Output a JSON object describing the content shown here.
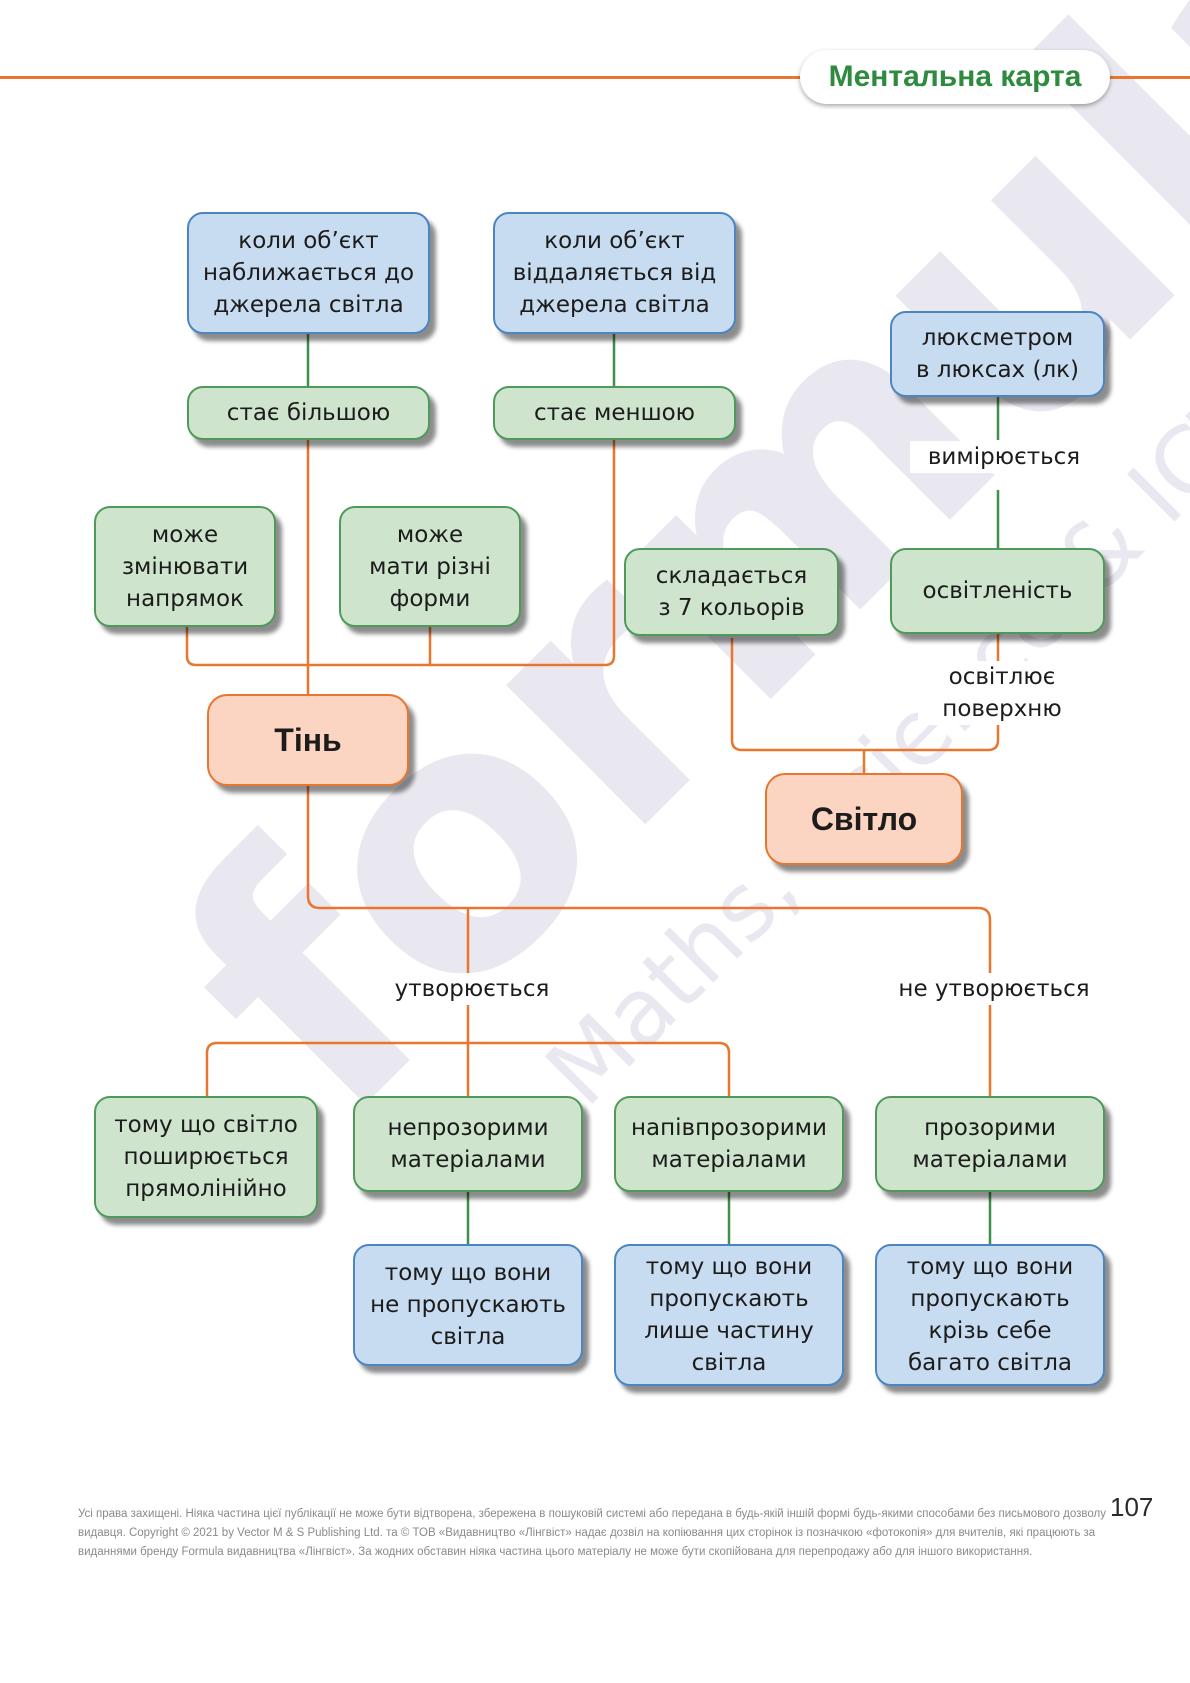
{
  "header": {
    "title": "Ментальна карта"
  },
  "watermark": {
    "line1": "formula",
    "line2": "Maths, Science & ICT"
  },
  "colors": {
    "accent": "#e8762f",
    "green": "#2d8a3e",
    "blue_node": "#c8dcf1",
    "green_node": "#cfe4cd",
    "orange_node": "#fbd5c1"
  },
  "nodes": {
    "approach": "коли об’єкт\nнаближається до\nджерела світла",
    "recede": "коли об’єкт\nвіддаляється від\nджерела світла",
    "bigger": "стає більшою",
    "smaller": "стає меншою",
    "direction": "може\nзмінювати\nнапрямок",
    "forms": "може\nмати різні\nформи",
    "shadow": "Тінь",
    "luxmeter": "люксметром\nв люксах (лк)",
    "colors7": "складається\nз 7 кольорів",
    "illuminance": "освітленість",
    "light": "Світло",
    "straight": "тому що світло\nпоширюється\nпрямолінійно",
    "opaque": "непрозорими\nматеріалами",
    "translucent": "напівпрозорими\nматеріалами",
    "transparent": "прозорими\nматеріалами",
    "opaque_why": "тому що вони\nне пропускають\nсвітла",
    "translucent_why": "тому що вони\nпропускають\nлише частину\nсвітла",
    "transparent_why": "тому що вони\nпропускають\nкрізь себе\nбагато світла"
  },
  "labels": {
    "measured": "вимірюється",
    "illuminates": "освітлює\nповерхню",
    "formed": "утворюється",
    "not_formed": "не утворюється"
  },
  "footer": {
    "copyright": "Усі права захищені. Ніяка частина цієї публікації не може бути відтворена, збережена в пошуковій системі або передана в будь-якій іншій формі будь-якими способами без письмового дозволу видавця. Copyright © 2021 by Vector M & S Publishing Ltd. та © ТОВ «Видавництво «Лінгвіст» надає дозвіл на копіювання цих сторінок із позначкою «фотокопія» для вчителів, які працюють за виданнями бренду Formula видавництва «Лінгвіст». За жодних обставин ніяка частина цього матеріалу не може бути скопійована для перепродажу або для іншого використання.",
    "page_number": "107"
  }
}
